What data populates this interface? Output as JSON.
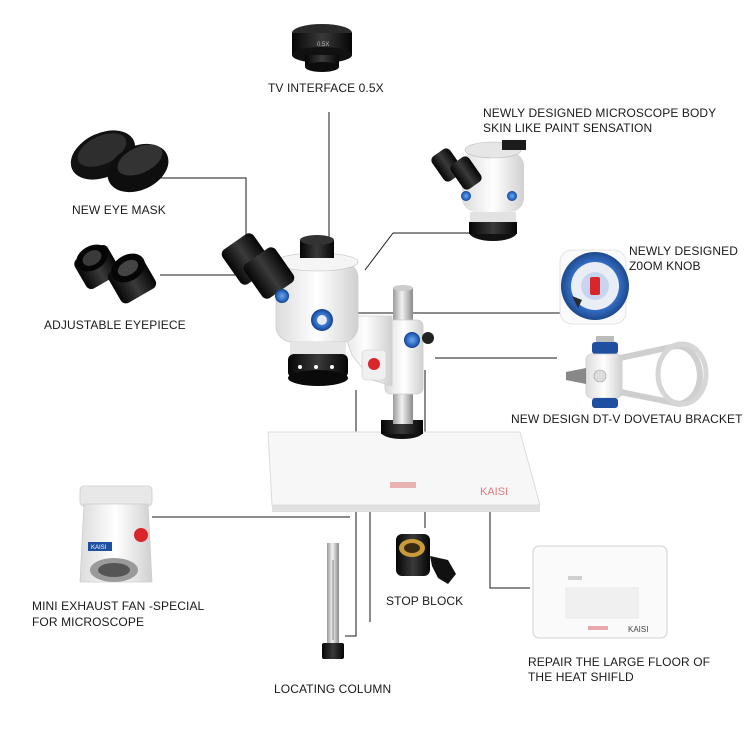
{
  "labels": {
    "tv_interface": "TV INTERFACE 0.5X",
    "microscope_body_1": "NEWLY DESIGNED MICROSCOPE BODY",
    "microscope_body_2": "SKIN LIKE PAINT SENSATION",
    "eye_mask": "NEW EYE MASK",
    "zoom_knob_1": "NEWLY DESIGNED",
    "zoom_knob_2": "Z0OM KNOB",
    "eyepiece": "ADJUSTABLE EYEPIECE",
    "bracket": "NEW DESIGN DT-V DOVETAU BRACKET",
    "exhaust_fan_1": "MINI EXHAUST FAN -SPECIAL",
    "exhaust_fan_2": "FOR MICROSCOPE",
    "stop_block": "STOP BLOCK",
    "heat_shield_1": "REPAIR THE LARGE FLOOR OF",
    "heat_shield_2": "THE HEAT SHIFLD",
    "locating_column": "LOCATING COLUMN"
  },
  "printed_marks": {
    "tv_ring_mark": "0.5X",
    "base_brand": "KAISI",
    "fan_brand": "KAISI",
    "plate_brand": "KAISI"
  },
  "colors": {
    "accent_blue": "#1f4fa0",
    "accent_red": "#d8262b",
    "body_white": "#f4f4f4",
    "dark_metal": "#1c1c1c",
    "leader_line": "#1a1a1a"
  }
}
